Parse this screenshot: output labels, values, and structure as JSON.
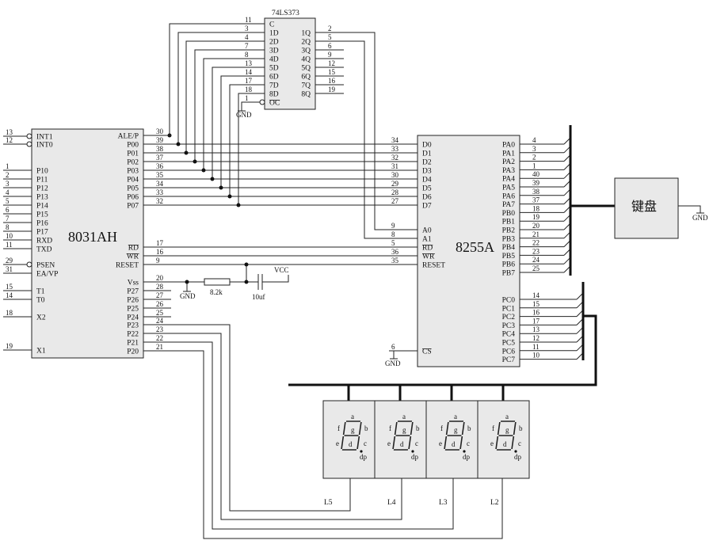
{
  "u8031": {
    "name": "8031AH",
    "left_pins": [
      {
        "num": "13",
        "label": "INT1",
        "bar": true
      },
      {
        "num": "12",
        "label": "INT0",
        "bar": true
      },
      {
        "num": "1",
        "label": "P10"
      },
      {
        "num": "2",
        "label": "P11"
      },
      {
        "num": "3",
        "label": "P12"
      },
      {
        "num": "4",
        "label": "P13"
      },
      {
        "num": "5",
        "label": "P14"
      },
      {
        "num": "6",
        "label": "P15"
      },
      {
        "num": "7",
        "label": "P16"
      },
      {
        "num": "8",
        "label": "P17"
      },
      {
        "num": "10",
        "label": "RXD"
      },
      {
        "num": "11",
        "label": "TXD"
      },
      {
        "num": "29",
        "label": "PSEN",
        "bar": true
      },
      {
        "num": "31",
        "label": "EA/VP"
      },
      {
        "num": "15",
        "label": "T1"
      },
      {
        "num": "14",
        "label": "T0"
      },
      {
        "num": "18",
        "label": "X2"
      },
      {
        "num": "19",
        "label": "X1"
      }
    ],
    "right_pins": [
      {
        "num": "30",
        "label": "ALE/P"
      },
      {
        "num": "39",
        "label": "P00"
      },
      {
        "num": "38",
        "label": "P01"
      },
      {
        "num": "37",
        "label": "P02"
      },
      {
        "num": "36",
        "label": "P03"
      },
      {
        "num": "35",
        "label": "P04"
      },
      {
        "num": "34",
        "label": "P05"
      },
      {
        "num": "33",
        "label": "P06"
      },
      {
        "num": "32",
        "label": "P07"
      },
      {
        "num": "17",
        "label": "RD",
        "overline": true
      },
      {
        "num": "16",
        "label": "WR",
        "overline": true
      },
      {
        "num": "9",
        "label": "RESET"
      },
      {
        "num": "20",
        "label": "Vss"
      },
      {
        "num": "28",
        "label": "P27"
      },
      {
        "num": "27",
        "label": "P26"
      },
      {
        "num": "26",
        "label": "P25"
      },
      {
        "num": "25",
        "label": "P24"
      },
      {
        "num": "24",
        "label": "P23"
      },
      {
        "num": "23",
        "label": "P22"
      },
      {
        "num": "22",
        "label": "P21"
      },
      {
        "num": "21",
        "label": "P20"
      }
    ]
  },
  "latch": {
    "name": "74LS373",
    "left_pins": [
      {
        "num": "11",
        "label": "C"
      },
      {
        "num": "3",
        "label": "1D"
      },
      {
        "num": "4",
        "label": "2D"
      },
      {
        "num": "7",
        "label": "3D"
      },
      {
        "num": "8",
        "label": "4D"
      },
      {
        "num": "13",
        "label": "5D"
      },
      {
        "num": "14",
        "label": "6D"
      },
      {
        "num": "17",
        "label": "7D"
      },
      {
        "num": "18",
        "label": "8D"
      },
      {
        "num": "1",
        "label": "OC",
        "overline": true
      }
    ],
    "right_pins": [
      {
        "num": "2",
        "label": "1Q"
      },
      {
        "num": "5",
        "label": "2Q"
      },
      {
        "num": "6",
        "label": "3Q"
      },
      {
        "num": "9",
        "label": "4Q"
      },
      {
        "num": "12",
        "label": "5Q"
      },
      {
        "num": "15",
        "label": "6Q"
      },
      {
        "num": "16",
        "label": "7Q"
      },
      {
        "num": "19",
        "label": "8Q"
      }
    ],
    "gnd": "GND"
  },
  "u8255": {
    "name": "8255A",
    "left_pins": [
      {
        "num": "34",
        "label": "D0"
      },
      {
        "num": "33",
        "label": "D1"
      },
      {
        "num": "32",
        "label": "D2"
      },
      {
        "num": "31",
        "label": "D3"
      },
      {
        "num": "30",
        "label": "D4"
      },
      {
        "num": "29",
        "label": "D5"
      },
      {
        "num": "28",
        "label": "D6"
      },
      {
        "num": "27",
        "label": "D7"
      },
      {
        "num": "9",
        "label": "A0"
      },
      {
        "num": "8",
        "label": "A1"
      },
      {
        "num": "5",
        "label": "RD",
        "overline": true
      },
      {
        "num": "36",
        "label": "WR",
        "overline": true
      },
      {
        "num": "35",
        "label": "RESET"
      },
      {
        "num": "6",
        "label": "CS",
        "overline": true
      }
    ],
    "right_pins": [
      {
        "num": "4",
        "label": "PA0"
      },
      {
        "num": "3",
        "label": "PA1"
      },
      {
        "num": "2",
        "label": "PA2"
      },
      {
        "num": "1",
        "label": "PA3"
      },
      {
        "num": "40",
        "label": "PA4"
      },
      {
        "num": "39",
        "label": "PA5"
      },
      {
        "num": "38",
        "label": "PA6"
      },
      {
        "num": "37",
        "label": "PA7"
      },
      {
        "num": "18",
        "label": "PB0"
      },
      {
        "num": "19",
        "label": "PB1"
      },
      {
        "num": "20",
        "label": "PB2"
      },
      {
        "num": "21",
        "label": "PB3"
      },
      {
        "num": "22",
        "label": "PB4"
      },
      {
        "num": "23",
        "label": "PB5"
      },
      {
        "num": "24",
        "label": "PB6"
      },
      {
        "num": "25",
        "label": "PB7"
      },
      {
        "num": "14",
        "label": "PC0"
      },
      {
        "num": "15",
        "label": "PC1"
      },
      {
        "num": "16",
        "label": "PC2"
      },
      {
        "num": "17",
        "label": "PC3"
      },
      {
        "num": "13",
        "label": "PC4"
      },
      {
        "num": "12",
        "label": "PC5"
      },
      {
        "num": "11",
        "label": "PC6"
      },
      {
        "num": "10",
        "label": "PC7"
      }
    ],
    "gnd": "GND"
  },
  "keyboard": {
    "label": "键盘",
    "gnd": "GND"
  },
  "passives": {
    "resistor": "8.2k",
    "capacitor": "10uf",
    "vcc": "VCC",
    "gnd": "GND"
  },
  "displays": [
    {
      "label": "L5"
    },
    {
      "label": "L4"
    },
    {
      "label": "L3"
    },
    {
      "label": "L2"
    }
  ],
  "segment_letters": {
    "a": "a",
    "b": "b",
    "c": "c",
    "d": "d",
    "e": "e",
    "f": "f",
    "g": "g",
    "dp": "dp"
  }
}
